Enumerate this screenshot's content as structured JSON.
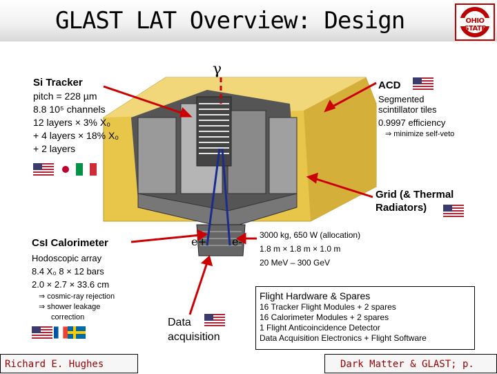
{
  "title": "GLAST LAT Overview: Design",
  "gamma": "γ",
  "electron_left": "e+",
  "electron_right": "e-",
  "tracker": {
    "heading": "Si Tracker",
    "lines": [
      "pitch = 228 µm",
      "8.8 10⁵ channels",
      "12 layers × 3% X₀",
      "+ 4 layers × 18% X₀",
      "+ 2 layers"
    ]
  },
  "acd": {
    "heading": "ACD",
    "line1": "Segmented",
    "line2": "scintillator tiles",
    "line3": "0.9997 efficiency",
    "note": "⇒ minimize self-veto"
  },
  "grid": {
    "line1": "Grid (& Thermal",
    "line2": "Radiators)"
  },
  "calorimeter": {
    "heading": "CsI Calorimeter",
    "lines": [
      "Hodoscopic array",
      "8.4 X₀   8 × 12 bars",
      "2.0 × 2.7 × 33.6 cm"
    ],
    "notes": [
      "⇒ cosmic-ray rejection",
      "⇒ shower leakage",
      "correction"
    ]
  },
  "specs": [
    "3000 kg, 650 W (allocation)",
    "1.8 m × 1.8 m × 1.0 m",
    "20 MeV – 300 GeV"
  ],
  "data_acq": {
    "line1": "Data",
    "line2": "acquisition"
  },
  "flight": {
    "heading": "Flight Hardware & Spares",
    "lines": [
      "16 Tracker Flight Modules + 2 spares",
      "16 Calorimeter Modules + 2 spares",
      "1 Flight Anticoincidence Detector",
      "Data Acquisition Electronics + Flight Software"
    ]
  },
  "footer": {
    "left": "Richard E. Hughes",
    "right": "Dark Matter & GLAST; p."
  },
  "logo_text": "OHIO STATE",
  "colors": {
    "arrow_red": "#cc0000",
    "footer_text": "#990000",
    "acd_yellow": "#e8c64a",
    "track_blue": "#1a2c8c"
  }
}
